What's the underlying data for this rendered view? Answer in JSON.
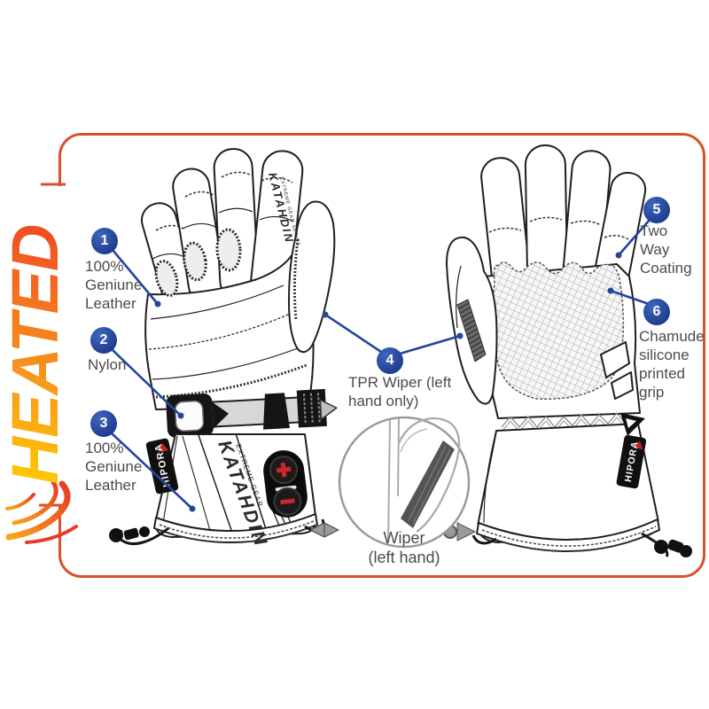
{
  "heated_label": "HEATED",
  "callouts": [
    {
      "num": "1",
      "label": "100%\nGeniune\nLeather"
    },
    {
      "num": "2",
      "label": "Nylon"
    },
    {
      "num": "3",
      "label": "100%\nGeniune\nLeather"
    },
    {
      "num": "4",
      "label": "TPR Wiper (left\nhand only)"
    },
    {
      "num": "5",
      "label": "Two\nWay\nCoating"
    },
    {
      "num": "6",
      "label": "Chamude\nsilicone\nprinted\ngrip"
    }
  ],
  "inset": {
    "line1": "Wiper",
    "line2": "(left hand)"
  },
  "glove_branding": {
    "logo": "KATAHDIN",
    "tagline": "EXTREME GEAR SERIES",
    "cuff_tagline": "EXTREME GEAR",
    "tag": "HIPORA"
  },
  "colors": {
    "accent_orange": "#d8512b",
    "callout_blue": "#24459b",
    "flame_yellow": "#ffd200",
    "flame_red": "#ef4123",
    "label_gray": "#4b4b4b",
    "button_red": "#cf2727",
    "strap_gray": "#d7d7d7"
  }
}
